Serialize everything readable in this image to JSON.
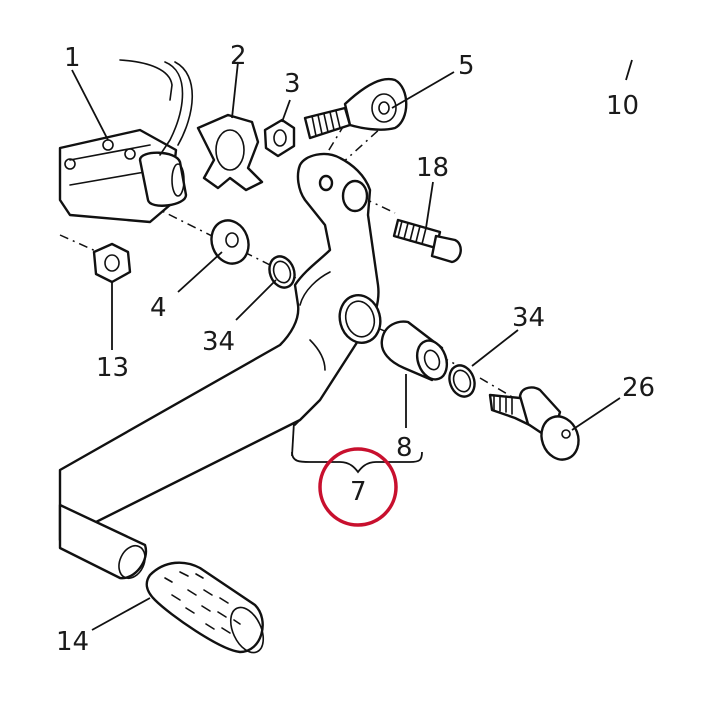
{
  "labels": {
    "p1": "1",
    "p2": "2",
    "p3": "3",
    "p4": "4",
    "p5": "5",
    "p7": "7",
    "p8": "8",
    "p10": "10",
    "p13": "13",
    "p14": "14",
    "p18": "18",
    "p26": "26",
    "p34_left": "34",
    "p34_right": "34"
  },
  "colors": {
    "ink": "#111111",
    "highlight": "#c8102e",
    "background": "#ffffff"
  }
}
